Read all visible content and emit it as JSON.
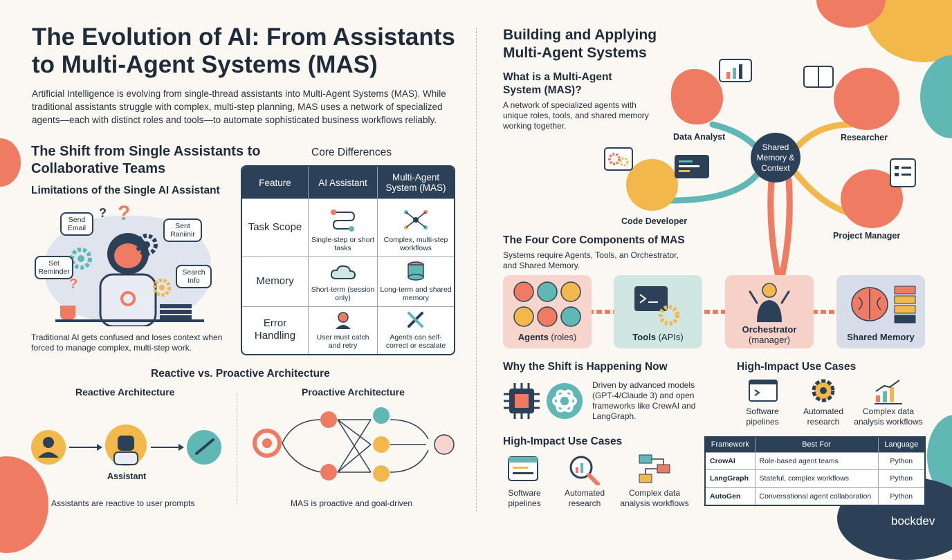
{
  "title": "The Evolution of AI: From Assistants to Multi-Agent Systems (MAS)",
  "intro": "Artificial Intelligence is evolving from single-thread assistants into Multi-Agent Systems (MAS). While traditional assistants struggle with complex, multi-step planning, MAS uses a network of specialized agents—each with distinct roles and tools—to automate sophisticated business workflows reliably.",
  "shift": {
    "heading": "The Shift from Single Assistants to Collaborative Teams",
    "limitations_heading": "Limitations of the Single AI Assistant",
    "bubbles": [
      "Send Email",
      "Sent Raniinir",
      "Set Reminder",
      "Search Info"
    ],
    "caption": "Traditional AI gets confused and loses context when forced to manage complex, multi-step work."
  },
  "core_differences": {
    "heading": "Core Differences",
    "headers": [
      "Feature",
      "AI Assistant",
      "Multi-Agent System (MAS)"
    ],
    "rows": [
      {
        "feature": "Task Scope",
        "assistant": "Single-step or short tasks",
        "mas": "Complex, multi-step workflows"
      },
      {
        "feature": "Memory",
        "assistant": "Short-term (session only)",
        "mas": "Long-term and shared memory"
      },
      {
        "feature": "Error Handling",
        "assistant": "User must catch and retry",
        "mas": "Agents can self-correct or escalate"
      }
    ]
  },
  "architecture": {
    "heading": "Reactive vs. Proactive Architecture",
    "reactive_title": "Reactive Architecture",
    "assistant_label": "Assistant",
    "reactive_caption": "Assistants are reactive to user prompts",
    "proactive_title": "Proactive Architecture",
    "proactive_caption": "MAS is proactive and goal-driven"
  },
  "building": {
    "heading": "Building and Applying Multi-Agent Systems",
    "what_heading": "What is a Multi-Agent System (MAS)?",
    "what_text": "A network of specialized agents with unique roles, tools, and shared memory working together.",
    "hub": "Shared Memory & Context",
    "roles": [
      "Data Analyst",
      "Researcher",
      "Code Developer",
      "Project Manager"
    ]
  },
  "components": {
    "heading": "The Four Core Components of MAS",
    "subtext": "Systems require Agents, Tools, an Orchestrator, and Shared Memory.",
    "items": [
      {
        "bold": "Agents",
        "rest": " (roles)"
      },
      {
        "bold": "Tools",
        "rest": " (APIs)"
      },
      {
        "bold": "Orchestrator",
        "rest": "(manager)"
      },
      {
        "bold": "Shared Memory",
        "rest": ""
      }
    ]
  },
  "why": {
    "heading": "Why the Shift is Happening Now",
    "text": "Driven by advanced models (GPT-4/Claude 3) and open frameworks like CrewAI and LangGraph."
  },
  "use_cases_left": {
    "heading": "High-Impact Use Cases",
    "items": [
      "Software pipelines",
      "Automated research",
      "Complex data analysis workflows"
    ]
  },
  "use_cases_right": {
    "heading": "High-Impact Use Cases",
    "items": [
      "Software pipelines",
      "Automated research",
      "Complex data analysis workflows"
    ]
  },
  "frameworks": {
    "headers": [
      "Framework",
      "Best For",
      "Language"
    ],
    "rows": [
      {
        "name": "CrowAI",
        "best_for": "Role-based agent teams",
        "language": "Python"
      },
      {
        "name": "LangGraph",
        "best_for": "Stateful, complex workflows",
        "language": "Python"
      },
      {
        "name": "AutoGen",
        "best_for": "Conversational agent collaboration",
        "language": "Python"
      }
    ]
  },
  "brand": "bockdev",
  "colors": {
    "navy": "#2c4057",
    "coral": "#ef7b62",
    "teal": "#5fb8b4",
    "gold": "#f2b84b",
    "agents_bg": "#f7d4cc",
    "tools_bg": "#cfe6e3",
    "orch_bg": "#f6d1c7",
    "memory_bg": "#d6dde8"
  }
}
